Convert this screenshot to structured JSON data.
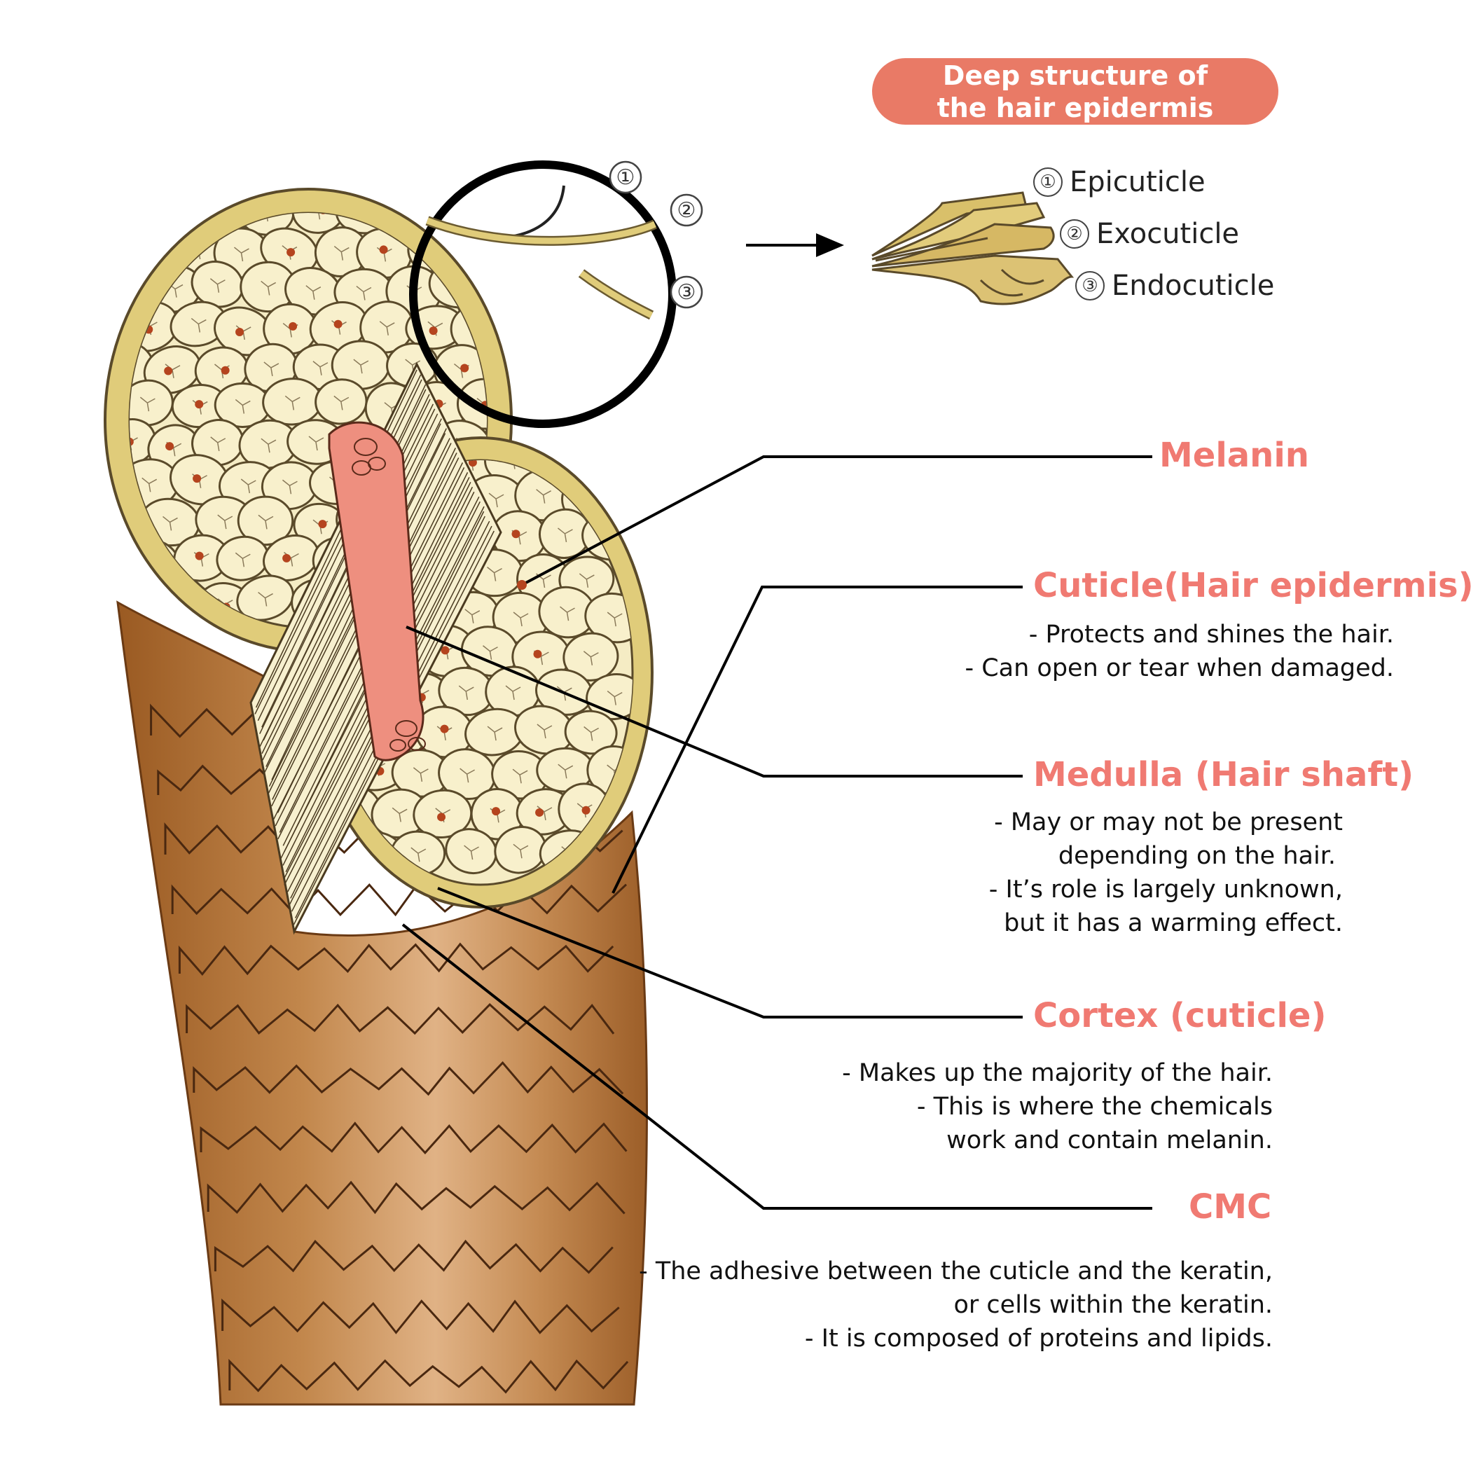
{
  "header": {
    "line1": "Deep structure of",
    "line2": "the hair epidermis"
  },
  "magnifier": {
    "num1": "①",
    "num2": "②",
    "num3": "③"
  },
  "cuticle_layers": [
    {
      "num": "①",
      "label": "Epicuticle"
    },
    {
      "num": "②",
      "label": "Exocuticle"
    },
    {
      "num": "③",
      "label": "Endocuticle"
    }
  ],
  "labels": {
    "melanin": {
      "title": "Melanin"
    },
    "cuticle": {
      "title": "Cuticle(Hair epidermis)",
      "lines": [
        "- Protects and shines the hair.",
        "- Can open or tear when damaged."
      ]
    },
    "medulla": {
      "title": "Medulla (Hair shaft)",
      "lines": [
        "- May or may not be present",
        "depending on the hair.",
        "- It’s role is largely unknown,",
        "but it has a warming effect."
      ]
    },
    "cortex": {
      "title": "Cortex (cuticle)",
      "lines": [
        "- Makes up the majority of the hair.",
        "- This is where the chemicals",
        "work and contain melanin."
      ]
    },
    "cmc": {
      "title": "CMC",
      "lines": [
        "- The adhesive between the cuticle and the keratin,",
        "or cells within the keratin.",
        "- It is composed of proteins and lipids."
      ]
    }
  },
  "colors": {
    "pill": "#e97a66",
    "title_text": "#f07a72",
    "shaft": "#b8763c",
    "cortex_fill": "#f5ecc4",
    "rim": "#e0cc7a",
    "medulla": "#ee8f7f",
    "melanin_dot": "#b5441e"
  }
}
